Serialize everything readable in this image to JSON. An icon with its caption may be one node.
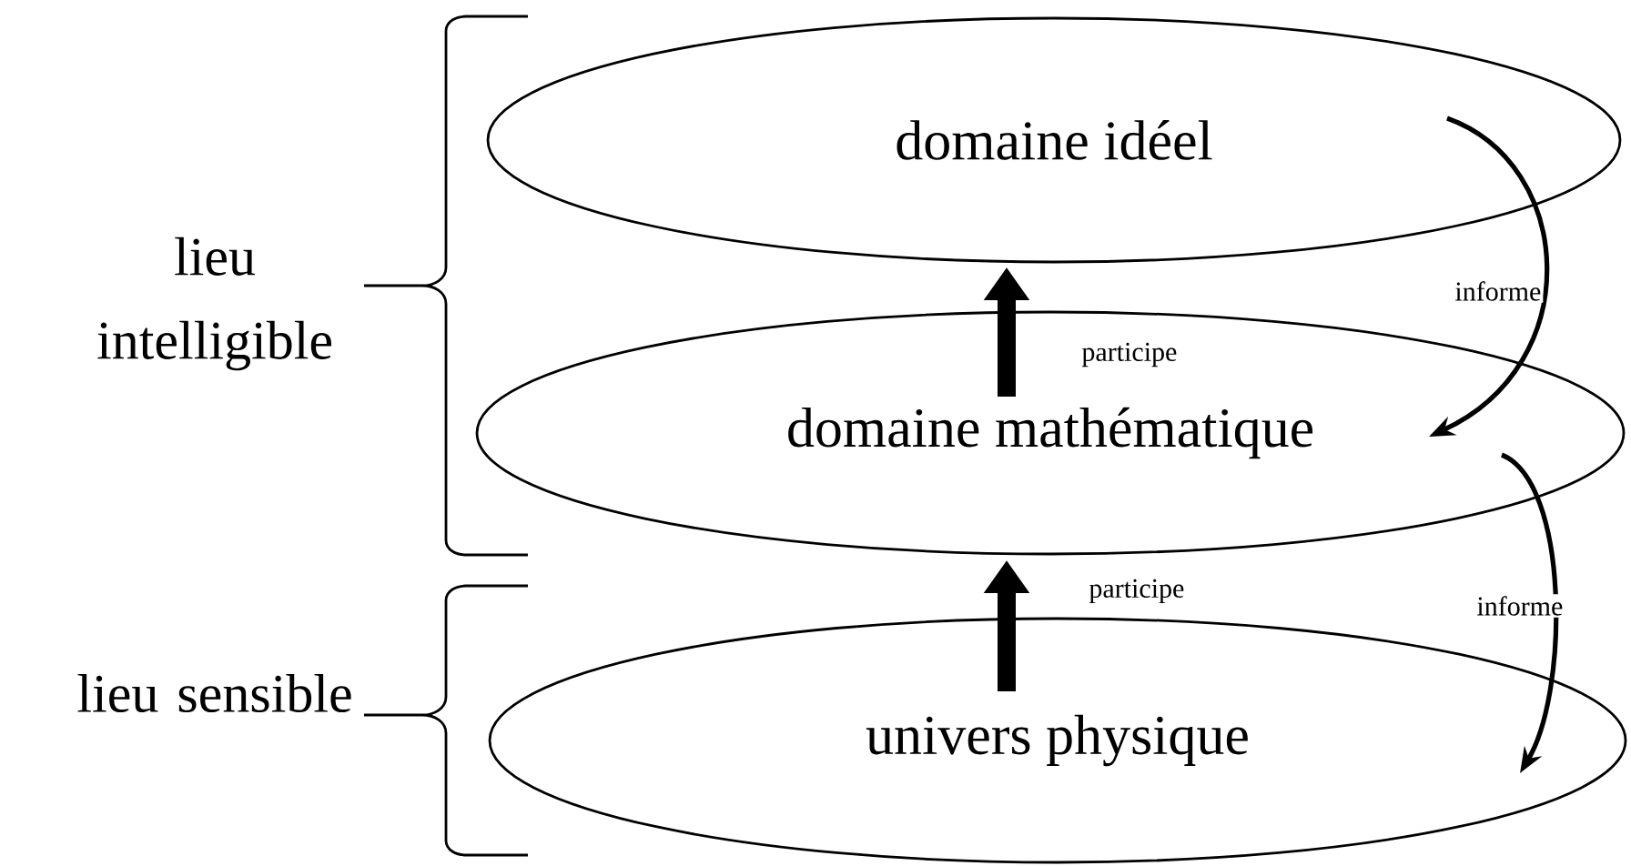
{
  "diagram": {
    "nodes": [
      {
        "text": [
          "domaine idéel"
        ]
      },
      {
        "text": [
          "domaine mathématique"
        ]
      },
      {
        "text": [
          "univers physique"
        ]
      }
    ],
    "edges": [
      {
        "from": 1,
        "to": 0,
        "arrow": "to",
        "label": "participe",
        "style": "thick"
      },
      {
        "from": 0,
        "to": 1,
        "arrow": "to",
        "label": "informe"
      },
      {
        "from": 2,
        "to": 1,
        "arrow": "to",
        "label": "participe",
        "style": "thick"
      },
      {
        "from": 1,
        "to": 2,
        "arrow": "to",
        "label": "informe"
      }
    ],
    "labels": [
      "lieu intelligible",
      "lieu sensible"
    ]
  }
}
